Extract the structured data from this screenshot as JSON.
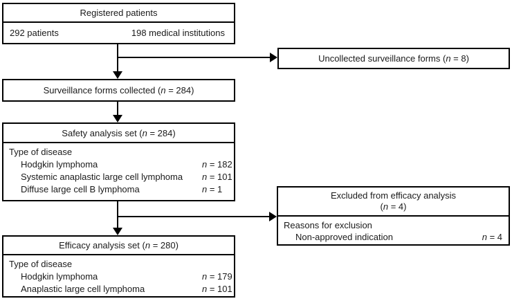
{
  "diagram": {
    "registered": {
      "title": "Registered patients",
      "stat_left": "292 patients",
      "stat_right": "198 medical institutions"
    },
    "uncollected": {
      "title_pre": "Uncollected surveillance forms (",
      "title_n": "n",
      "title_post": " = 8)"
    },
    "collected": {
      "title_pre": "Surveillance forms collected (",
      "title_n": "n",
      "title_post": " = 284)"
    },
    "safety": {
      "title_pre": "Safety analysis set (",
      "title_n": "n",
      "title_post": " = 284)",
      "section": "Type of disease",
      "rows": [
        {
          "label": "Hodgkin lymphoma",
          "n": "n",
          "value": " = 182"
        },
        {
          "label": "Systemic anaplastic large cell lymphoma",
          "n": "n",
          "value": " = 101"
        },
        {
          "label": "Diffuse large cell B lymphoma",
          "n": "n",
          "value": " = 1"
        }
      ]
    },
    "excluded": {
      "title_line1": "Excluded from efficacy analysis",
      "title_line2_pre": "(",
      "title_n": "n",
      "title_line2_post": " = 4)",
      "section": "Reasons for exclusion",
      "rows": [
        {
          "label": "Non-approved indication",
          "n": "n",
          "value": " = 4"
        }
      ]
    },
    "efficacy": {
      "title_pre": "Efficacy analysis set (",
      "title_n": "n",
      "title_post": " = 280)",
      "section": "Type of disease",
      "rows": [
        {
          "label": "Hodgkin lymphoma",
          "n": "n",
          "value": " = 179"
        },
        {
          "label": "Anaplastic large cell lymphoma",
          "n": "n",
          "value": " = 101"
        }
      ]
    },
    "colors": {
      "border": "#000000",
      "text": "#1a1a1a",
      "background": "#ffffff"
    }
  }
}
